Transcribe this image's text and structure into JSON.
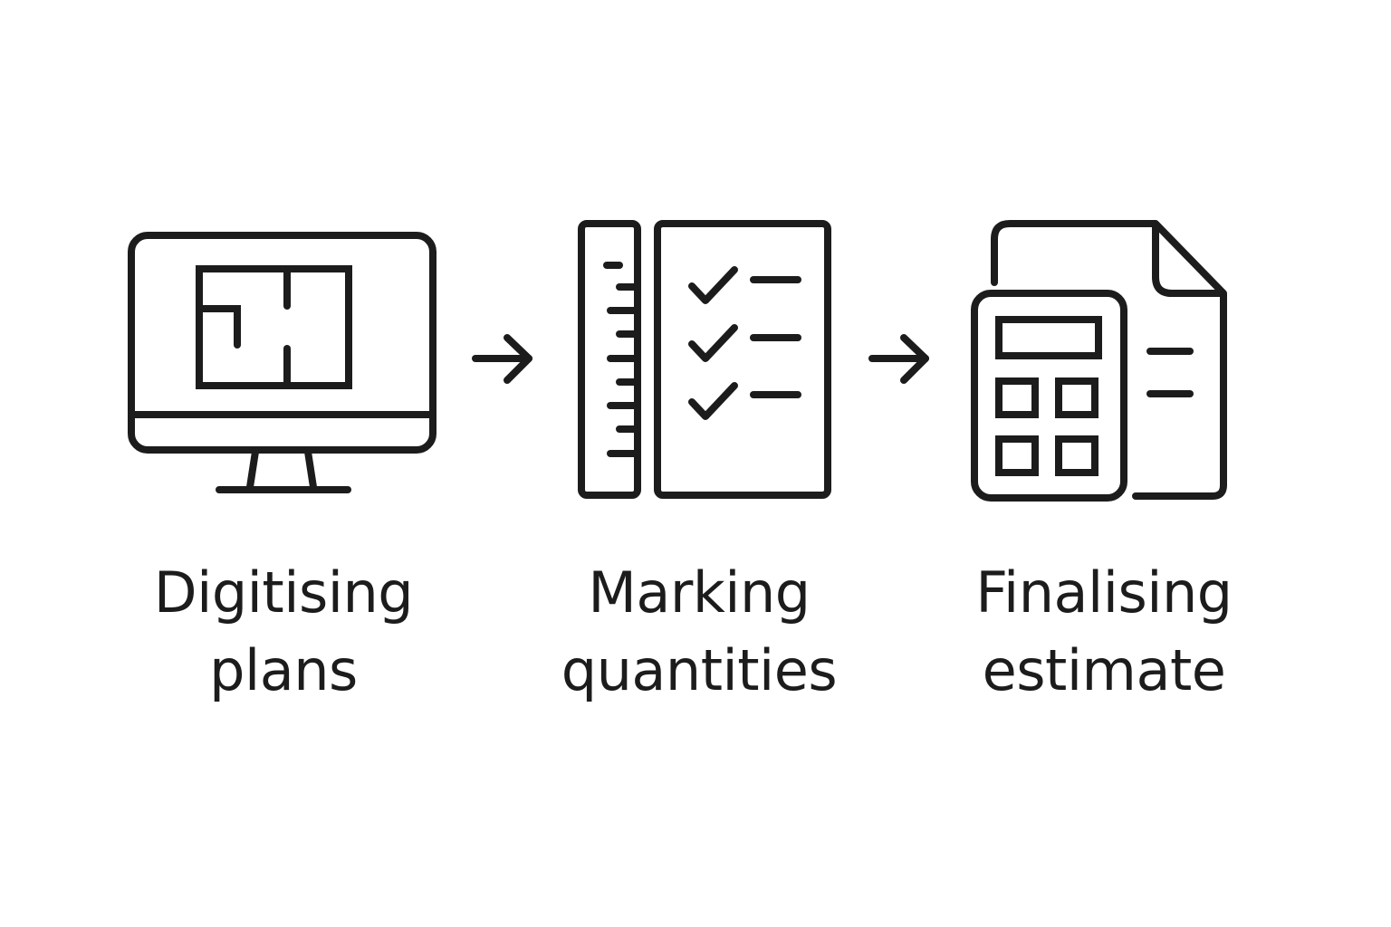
{
  "diagram": {
    "type": "process-flow",
    "stroke_color": "#1c1c1c",
    "background": "#ffffff",
    "steps": [
      {
        "icon": "monitor-floorplan-icon",
        "label_line1": "Digitising",
        "label_line2": "plans"
      },
      {
        "icon": "ruler-checklist-icon",
        "label_line1": "Marking",
        "label_line2": "quantities"
      },
      {
        "icon": "calculator-document-icon",
        "label_line1": "Finalising",
        "label_line2": "estimate"
      }
    ],
    "connectors": [
      {
        "icon": "arrow-right-icon",
        "from": 0,
        "to": 1
      },
      {
        "icon": "arrow-right-icon",
        "from": 1,
        "to": 2
      }
    ]
  }
}
